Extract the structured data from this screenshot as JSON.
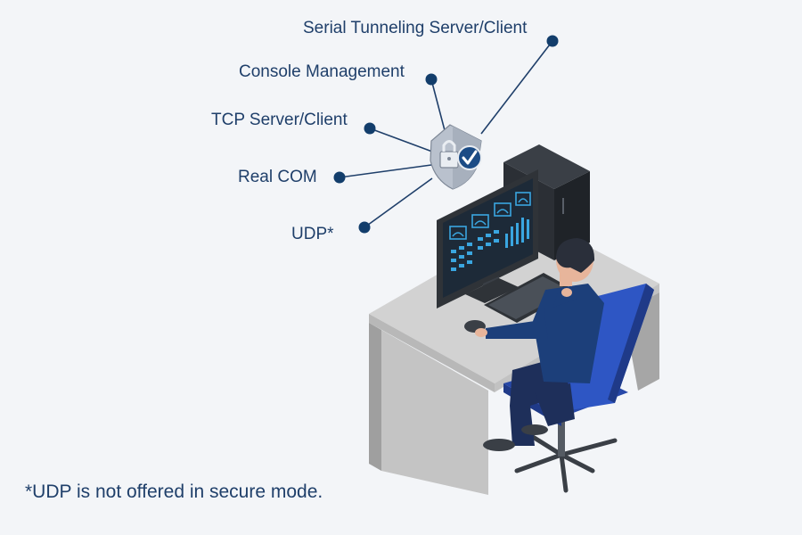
{
  "labels": {
    "serial_tunneling": "Serial Tunneling Server/Client",
    "console_management": "Console Management",
    "tcp_server_client": "TCP Server/Client",
    "real_com": "Real COM",
    "udp": "UDP*"
  },
  "footnote": "*UDP is not offered in secure mode.",
  "colors": {
    "background": "#f3f5f8",
    "text": "#1f3f6a",
    "dot": "#123d6b",
    "line": "#1f3f6a",
    "shield": "#b9c1cd",
    "check_badge": "#1b4b85",
    "desk_top": "#c9c9c9",
    "desk_side": "#a8a8a8",
    "monitor": "#2f3338",
    "screen": "#1d2a38",
    "screen_accent": "#3aa6e0",
    "chair": "#2e56c4",
    "shirt": "#1c3f7a",
    "pants": "#1e2f5a",
    "hair": "#2a2f3a",
    "skin": "#e7b59b"
  },
  "icons": [
    "lock-icon",
    "check-icon",
    "shield-icon"
  ]
}
